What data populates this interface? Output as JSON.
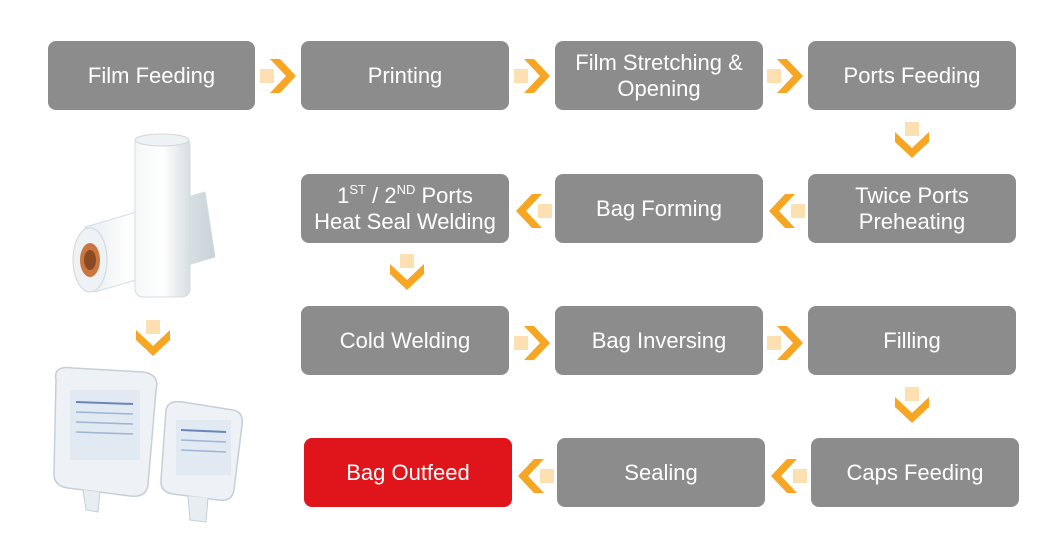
{
  "colors": {
    "step_bg": "#8c8c8c",
    "step_text": "#ffffff",
    "highlight_bg": "#e0141b",
    "arrow": "#f6a623"
  },
  "steps": {
    "film_feeding": "Film Feeding",
    "printing": "Printing",
    "film_stretching_line1": "Film Stretching &",
    "film_stretching_line2": "Opening",
    "ports_feeding": "Ports Feeding",
    "twice_ports_line1": "Twice Ports",
    "twice_ports_line2": "Preheating",
    "bag_forming": "Bag Forming",
    "heat_seal_first": "1",
    "heat_seal_first_sup": "ST",
    "heat_seal_sep": " / 2",
    "heat_seal_second_sup": "ND",
    "heat_seal_ports": " Ports",
    "heat_seal_line2": "Heat Seal Welding",
    "cold_welding": "Cold Welding",
    "bag_inversing": "Bag Inversing",
    "filling": "Filling",
    "caps_feeding": "Caps Feeding",
    "sealing": "Sealing",
    "bag_outfeed": "Bag Outfeed"
  },
  "images": [
    "film-roll",
    "iv-bags"
  ]
}
